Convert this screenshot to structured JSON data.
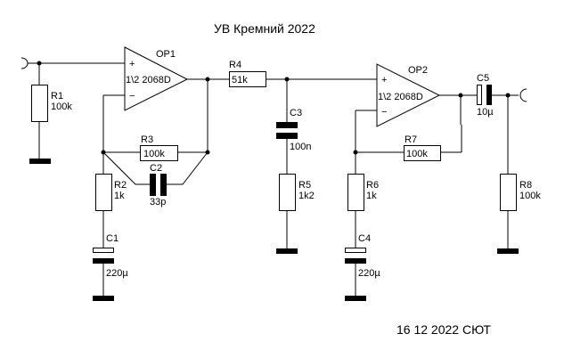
{
  "title": "УВ Кремний 2022",
  "footer": "16 12 2022 СЮТ",
  "colors": {
    "line": "#000000",
    "background": "#ffffff"
  },
  "components": {
    "op1": {
      "ref": "OP1",
      "part": "1\\2 2068D",
      "plus": "+",
      "minus": "−"
    },
    "op2": {
      "ref": "OP2",
      "part": "1\\2 2068D",
      "plus": "+",
      "minus": "−"
    },
    "r1": {
      "ref": "R1",
      "value": "100k"
    },
    "r2": {
      "ref": "R2",
      "value": "1k"
    },
    "r3": {
      "ref": "R3",
      "value": "100k"
    },
    "r4": {
      "ref": "R4",
      "value": "51k"
    },
    "r5": {
      "ref": "R5",
      "value": "1k2"
    },
    "r6": {
      "ref": "R6",
      "value": "1k"
    },
    "r7": {
      "ref": "R7",
      "value": "100k"
    },
    "r8": {
      "ref": "R8",
      "value": "100k"
    },
    "c1": {
      "ref": "C1",
      "value": "220µ"
    },
    "c2": {
      "ref": "C2",
      "value": "33p"
    },
    "c3": {
      "ref": "C3",
      "value": "100n"
    },
    "c4": {
      "ref": "C4",
      "value": "220µ"
    },
    "c5": {
      "ref": "C5",
      "value": "10µ"
    }
  },
  "connectors": {
    "input": "input-jack-icon",
    "output": "output-jack-icon"
  }
}
